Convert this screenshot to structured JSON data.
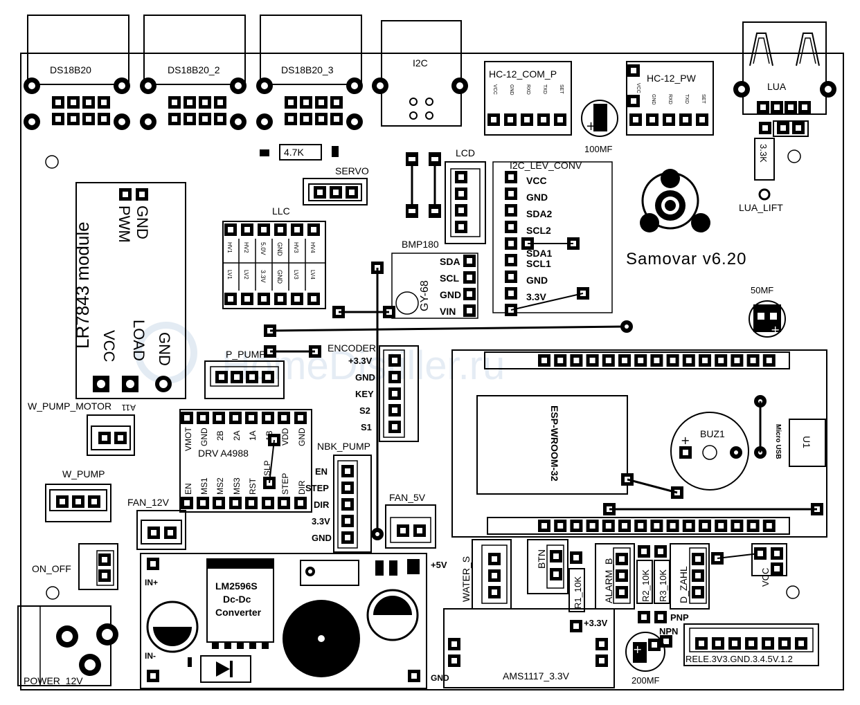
{
  "title": "Samovar v6.20",
  "watermark": "HomeDistiller.ru",
  "connectors": {
    "ds18b20_1": "DS18B20",
    "ds18b20_2": "DS18B20_2",
    "ds18b20_3": "DS18B20_3",
    "i2c": "I2C",
    "hc12_com": "HC-12_COM_P",
    "hc12_pw": "HC-12_PW",
    "lua": "LUA",
    "lua_lift": "LUA_LIFT",
    "servo": "SERVO",
    "lcd": "LCD",
    "llc": "LLC",
    "bmp180": "BMP180",
    "gy68": "GY-68",
    "i2c_lev_conv": "I2C_LEV_CONV",
    "encoder": "ENCODER",
    "p_pump": "P_PUMP",
    "w_pump_motor": "W_PUMP_MOTOR",
    "w_pump": "W_PUMP",
    "fan_12v": "FAN_12V",
    "fan_5v": "FAN_5V",
    "nbk_pump": "NBK_PUMP",
    "on_off": "ON_OFF",
    "power_12v": "POWER_12V",
    "drv": "DRV  A4988",
    "water_s": "WATER_S",
    "btn": "BTN",
    "alarm_b": "ALARM_B",
    "zahl": "D_ZAHL",
    "esp": "ESP-WROOM-32",
    "buz": "BUZ1",
    "u1": "U1",
    "micro_usb": "Micro USB",
    "ams": "AMS1117_3.3V",
    "rele": "RELE.3V3.GND.3.4.5V.1.2",
    "lr7843": "LR7843 module",
    "lm1": "LM2596S",
    "lm2": "Dc-Dc",
    "lm3": "Converter"
  },
  "components": {
    "r_47k": "4.7K",
    "r_33k": "3.3K",
    "cap_100": "100MF",
    "cap_50": "50MF",
    "cap_200": "200MF",
    "r1": "R1_10K",
    "r2": "R2_10K",
    "r3": "R3_10K",
    "pnp": "PNP",
    "npn": "NPN",
    "vcc": "VCC",
    "plus5v": "+5V",
    "plus33v": "+3.3V",
    "gnd": "GND",
    "in_plus": "IN+",
    "in_minus": "IN-",
    "a11": "A11"
  },
  "pins": {
    "hc12": [
      "VCC",
      "GND",
      "RXD",
      "TXD",
      "SET"
    ],
    "i2c_lev": [
      "VCC",
      "GND",
      "SDA2",
      "SCL2",
      "SDA1",
      "SCL1",
      "GND",
      "3.3V"
    ],
    "bmp180": [
      "SDA",
      "SCL",
      "GND",
      "VIN"
    ],
    "encoder": [
      "+3.3V",
      "GND",
      "KEY",
      "S2",
      "S1"
    ],
    "nbk": [
      "EN",
      "STEP",
      "DIR",
      "3.3V",
      "GND"
    ],
    "drv_top": [
      "VMOT",
      "GND",
      "2B",
      "2A",
      "1A",
      "1B",
      "VDD",
      "GND"
    ],
    "drv_bottom": [
      "EN",
      "MS1",
      "MS2",
      "MS3",
      "RST",
      "SLP",
      "STEP",
      "DIR"
    ],
    "llc_top": [
      "HV1",
      "HV2",
      "5.0V",
      "GND",
      "HV3",
      "HV4"
    ],
    "llc_bottom": [
      "LV1",
      "LV2",
      "3.3V",
      "GND",
      "LV3",
      "LV4"
    ],
    "lr7843_left": [
      "GND",
      "PWM"
    ],
    "lr7843_right": [
      "GND",
      "LOAD",
      "VCC"
    ]
  }
}
